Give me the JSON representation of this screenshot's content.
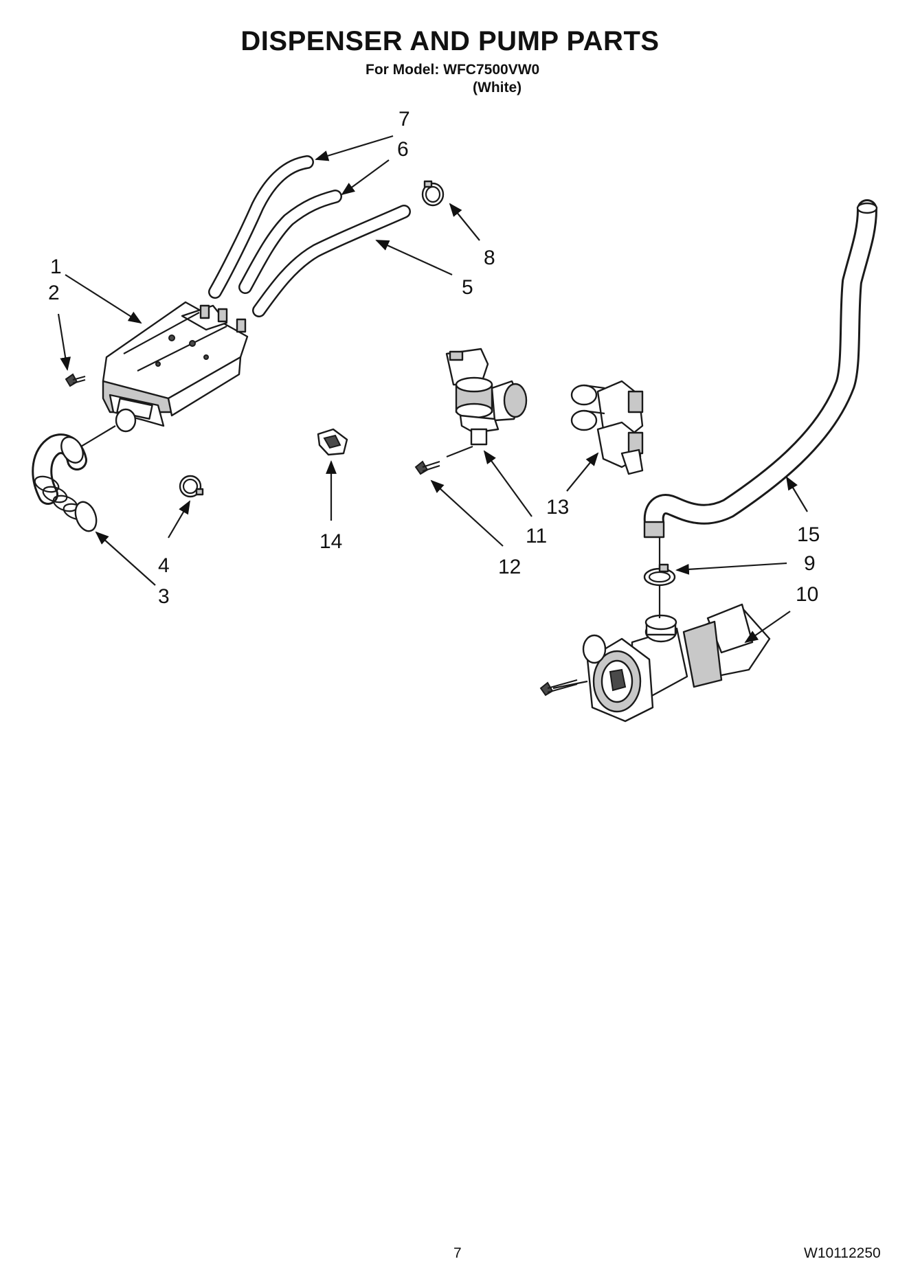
{
  "header": {
    "title": "DISPENSER AND PUMP PARTS",
    "model_line": "For Model: WFC7500VW0",
    "color_line": "(White)"
  },
  "callouts": [
    "1",
    "2",
    "3",
    "4",
    "5",
    "6",
    "7",
    "8",
    "9",
    "10",
    "11",
    "12",
    "13",
    "14",
    "15"
  ],
  "footer": {
    "page_number": "7",
    "document_number": "W10112250"
  }
}
